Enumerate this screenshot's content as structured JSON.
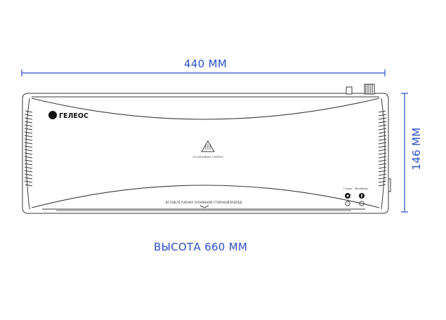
{
  "dimensions": {
    "width": "440 ММ",
    "height": "146 ММ",
    "depth": "ВЫСОТА 660 ММ"
  },
  "device": {
    "brand": "ГЕЛЕОС",
    "warning": "ОСТОРОЖНО ГОРЯЧО",
    "slot_hint": "ВСТАВЬТЕ ПЛЕНКУ ЗАПАЯННОЙ СТОРОНОЙ ВПЕРЕД",
    "ready_label": "Готов",
    "power_label": "Вкл/Выкл"
  },
  "colors": {
    "dimension": "#2b4fc9",
    "outline": "#3a3a3a"
  }
}
